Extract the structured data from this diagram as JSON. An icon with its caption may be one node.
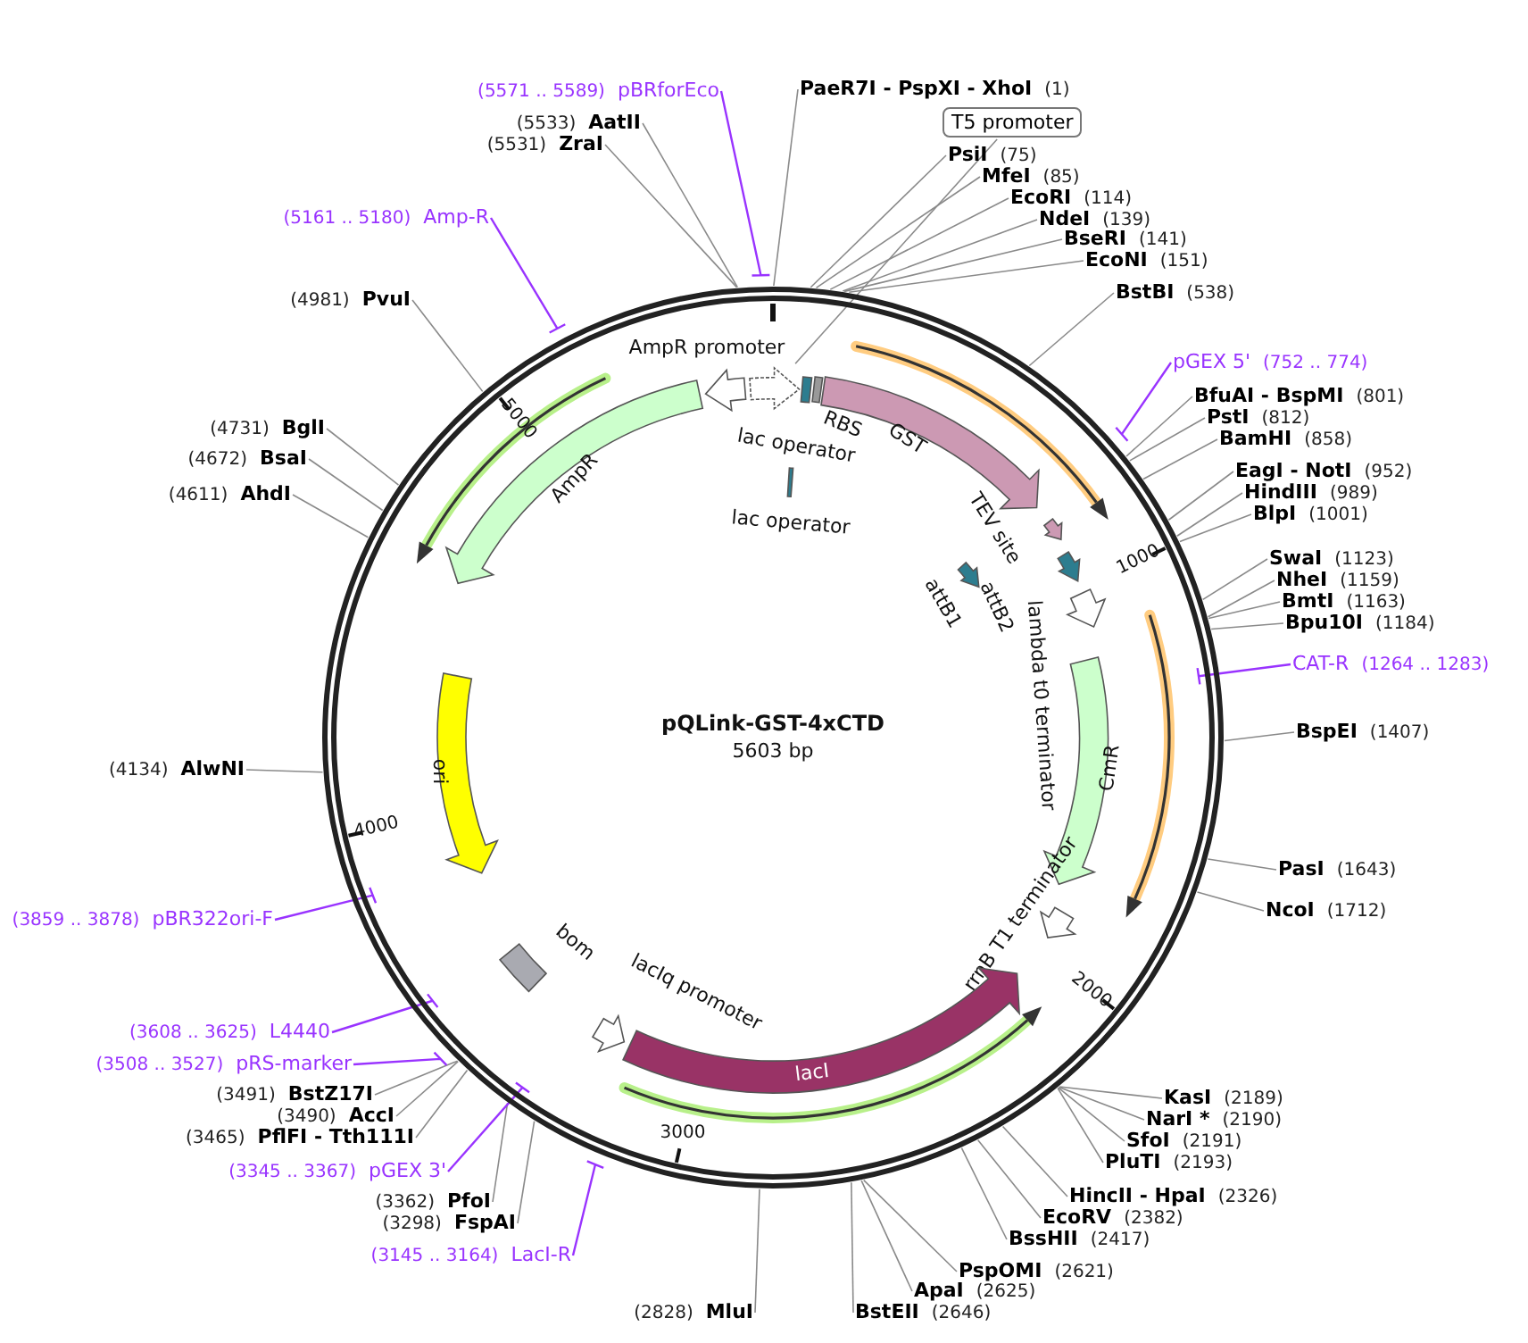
{
  "diagram": {
    "nodes": [
      {
        "text": [
          "pQLink-GST-4xCTD",
          "5603 bp"
        ]
      },
      {
        "text": [
          "GST"
        ],
        "in": 0
      },
      {
        "text": [
          "TEV site"
        ],
        "in": 0
      },
      {
        "text": [
          "attB1"
        ],
        "in": 0
      },
      {
        "text": [
          "attB2"
        ],
        "in": 0
      },
      {
        "text": [
          "lambda t0 terminator"
        ],
        "in": 0
      },
      {
        "text": [
          "CmR"
        ],
        "in": 0
      },
      {
        "text": [
          "rrnB T1 terminator"
        ],
        "in": 0
      },
      {
        "text": [
          "lacI"
        ],
        "in": 0
      },
      {
        "text": [
          "lacIq promoter"
        ],
        "in": 0
      },
      {
        "text": [
          "bom"
        ],
        "in": 0
      },
      {
        "text": [
          "ori"
        ],
        "in": 0
      },
      {
        "text": [
          "AmpR"
        ],
        "in": 0
      },
      {
        "text": [
          "AmpR promoter"
        ],
        "in": 0
      },
      {
        "text": [
          "T5 promoter"
        ]
      },
      {
        "text": [],
        "shape": "arrow",
        "in": 0
      },
      {
        "text": [
          "lac operator"
        ],
        "in": 0
      },
      {
        "text": [
          "RBS"
        ],
        "in": 0
      },
      {
        "text": [
          "lac operator"
        ],
        "in": 0
      },
      {
        "text": [
          "PaeR7I - PspXI - XhoI",
          "(1)"
        ]
      },
      {
        "text": [
          "PsiI",
          "(75)"
        ]
      },
      {
        "text": [
          "MfeI",
          "(85)"
        ]
      },
      {
        "text": [
          "EcoRI",
          "(114)"
        ]
      },
      {
        "text": [
          "NdeI",
          "(139)"
        ]
      },
      {
        "text": [
          "BseRI",
          "(141)"
        ]
      },
      {
        "text": [
          "EcoNI",
          "(151)"
        ]
      },
      {
        "text": [
          "BstBI",
          "(538)"
        ]
      },
      {
        "text": [
          "pGEX 5'",
          "(752 .. 774)"
        ]
      },
      {
        "text": [
          "BfuAI - BspMI",
          "(801)"
        ]
      },
      {
        "text": [
          "PstI",
          "(812)"
        ]
      },
      {
        "text": [
          "BamHI",
          "(858)"
        ]
      },
      {
        "text": [
          "EagI - NotI",
          "(952)"
        ]
      },
      {
        "text": [
          "HindIII",
          "(989)"
        ]
      },
      {
        "text": [
          "BlpI",
          "(1001)"
        ]
      },
      {
        "text": [
          "SwaI",
          "(1123)"
        ]
      },
      {
        "text": [
          "NheI",
          "(1159)"
        ]
      },
      {
        "text": [
          "BmtI",
          "(1163)"
        ]
      },
      {
        "text": [
          "Bpu10I",
          "(1184)"
        ]
      },
      {
        "text": [
          "CAT-R",
          "(1264 .. 1283)"
        ]
      },
      {
        "text": [
          "BspEI",
          "(1407)"
        ]
      },
      {
        "text": [
          "PasI",
          "(1643)"
        ]
      },
      {
        "text": [
          "NcoI",
          "(1712)"
        ]
      },
      {
        "text": [
          "KasI",
          "(2189)"
        ]
      },
      {
        "text": [
          "NarI *",
          "(2190)"
        ]
      },
      {
        "text": [
          "SfoI",
          "(2191)"
        ]
      },
      {
        "text": [
          "PluTI",
          "(2193)"
        ]
      },
      {
        "text": [
          "HincII - HpaI",
          "(2326)"
        ]
      },
      {
        "text": [
          "EcoRV",
          "(2382)"
        ]
      },
      {
        "text": [
          "BssHII",
          "(2417)"
        ]
      },
      {
        "text": [
          "PspOMI",
          "(2621)"
        ]
      },
      {
        "text": [
          "ApaI",
          "(2625)"
        ]
      },
      {
        "text": [
          "BstEII",
          "(2646)"
        ]
      },
      {
        "text": [
          "(2828)",
          "MluI"
        ]
      },
      {
        "text": [
          "(3145 .. 3164)",
          "LacI-R"
        ]
      },
      {
        "text": [
          "(3298)",
          "FspAI"
        ]
      },
      {
        "text": [
          "(3362)",
          "PfoI"
        ]
      },
      {
        "text": [
          "(3345 .. 3367)",
          "pGEX 3'"
        ]
      },
      {
        "text": [
          "(3465)",
          "PflFI - Tth111I"
        ]
      },
      {
        "text": [
          "(3490)",
          "AccI"
        ]
      },
      {
        "text": [
          "(3491)",
          "BstZ17I"
        ]
      },
      {
        "text": [
          "(3508 .. 3527)",
          "pRS-marker"
        ]
      },
      {
        "text": [
          "(3608 .. 3625)",
          "L4440"
        ]
      },
      {
        "text": [
          "(3859 .. 3878)",
          "pBR322ori-F"
        ]
      },
      {
        "text": [
          "(4134)",
          "AlwNI"
        ]
      },
      {
        "text": [
          "(4611)",
          "AhdI"
        ]
      },
      {
        "text": [
          "(4672)",
          "BsaI"
        ]
      },
      {
        "text": [
          "(4731)",
          "BglI"
        ]
      },
      {
        "text": [
          "(4981)",
          "PvuI"
        ]
      },
      {
        "text": [
          "(5161 .. 5180)",
          "Amp-R"
        ]
      },
      {
        "text": [
          "(5531)",
          "ZraI"
        ]
      },
      {
        "text": [
          "(5533)",
          "AatII"
        ]
      },
      {
        "text": [
          "(5571 .. 5589)",
          "pBRforEco"
        ]
      }
    ],
    "edges": [
      {
        "from": 14,
        "to": 15,
        "arrow": "none"
      },
      {
        "from": 19,
        "to": 0,
        "arrow": "none"
      },
      {
        "from": 20,
        "to": 0,
        "arrow": "none"
      },
      {
        "from": 21,
        "to": 0,
        "arrow": "none"
      },
      {
        "from": 22,
        "to": 0,
        "arrow": "none"
      },
      {
        "from": 23,
        "to": 0,
        "arrow": "none"
      },
      {
        "from": 24,
        "to": 0,
        "arrow": "none"
      },
      {
        "from": 25,
        "to": 0,
        "arrow": "none"
      },
      {
        "from": 26,
        "to": 0,
        "arrow": "none"
      },
      {
        "from": 27,
        "to": 0,
        "arrow": "none",
        "color": "#9933ff"
      },
      {
        "from": 28,
        "to": 0,
        "arrow": "none"
      },
      {
        "from": 29,
        "to": 0,
        "arrow": "none"
      },
      {
        "from": 30,
        "to": 0,
        "arrow": "none"
      },
      {
        "from": 31,
        "to": 0,
        "arrow": "none"
      },
      {
        "from": 32,
        "to": 0,
        "arrow": "none"
      },
      {
        "from": 33,
        "to": 0,
        "arrow": "none"
      },
      {
        "from": 34,
        "to": 0,
        "arrow": "none"
      },
      {
        "from": 35,
        "to": 0,
        "arrow": "none"
      },
      {
        "from": 36,
        "to": 0,
        "arrow": "none"
      },
      {
        "from": 37,
        "to": 0,
        "arrow": "none"
      },
      {
        "from": 38,
        "to": 0,
        "arrow": "none",
        "color": "#9933ff"
      },
      {
        "from": 39,
        "to": 0,
        "arrow": "none"
      },
      {
        "from": 40,
        "to": 0,
        "arrow": "none"
      },
      {
        "from": 41,
        "to": 0,
        "arrow": "none"
      },
      {
        "from": 42,
        "to": 0,
        "arrow": "none"
      },
      {
        "from": 43,
        "to": 0,
        "arrow": "none"
      },
      {
        "from": 44,
        "to": 0,
        "arrow": "none"
      },
      {
        "from": 45,
        "to": 0,
        "arrow": "none"
      },
      {
        "from": 46,
        "to": 0,
        "arrow": "none"
      },
      {
        "from": 47,
        "to": 0,
        "arrow": "none"
      },
      {
        "from": 48,
        "to": 0,
        "arrow": "none"
      },
      {
        "from": 49,
        "to": 0,
        "arrow": "none"
      },
      {
        "from": 50,
        "to": 0,
        "arrow": "none"
      },
      {
        "from": 51,
        "to": 0,
        "arrow": "none"
      },
      {
        "from": 52,
        "to": 0,
        "arrow": "none"
      },
      {
        "from": 53,
        "to": 0,
        "arrow": "none",
        "color": "#9933ff"
      },
      {
        "from": 54,
        "to": 0,
        "arrow": "none"
      },
      {
        "from": 55,
        "to": 0,
        "arrow": "none"
      },
      {
        "from": 56,
        "to": 0,
        "arrow": "none",
        "color": "#9933ff"
      },
      {
        "from": 57,
        "to": 0,
        "arrow": "none"
      },
      {
        "from": 58,
        "to": 0,
        "arrow": "none"
      },
      {
        "from": 59,
        "to": 0,
        "arrow": "none"
      },
      {
        "from": 60,
        "to": 0,
        "arrow": "none",
        "color": "#9933ff"
      },
      {
        "from": 61,
        "to": 0,
        "arrow": "none",
        "color": "#9933ff"
      },
      {
        "from": 62,
        "to": 0,
        "arrow": "none",
        "color": "#9933ff"
      },
      {
        "from": 63,
        "to": 0,
        "arrow": "none"
      },
      {
        "from": 64,
        "to": 0,
        "arrow": "none"
      },
      {
        "from": 65,
        "to": 0,
        "arrow": "none"
      },
      {
        "from": 66,
        "to": 0,
        "arrow": "none"
      },
      {
        "from": 67,
        "to": 0,
        "arrow": "none"
      },
      {
        "from": 68,
        "to": 0,
        "arrow": "none",
        "color": "#9933ff"
      },
      {
        "from": 69,
        "to": 0,
        "arrow": "none"
      },
      {
        "from": 70,
        "to": 0,
        "arrow": "none"
      },
      {
        "from": 71,
        "to": 0,
        "arrow": "none",
        "color": "#9933ff"
      }
    ],
    "labels": [
      "1000",
      "2000",
      "3000",
      "4000",
      "5000"
    ]
  }
}
